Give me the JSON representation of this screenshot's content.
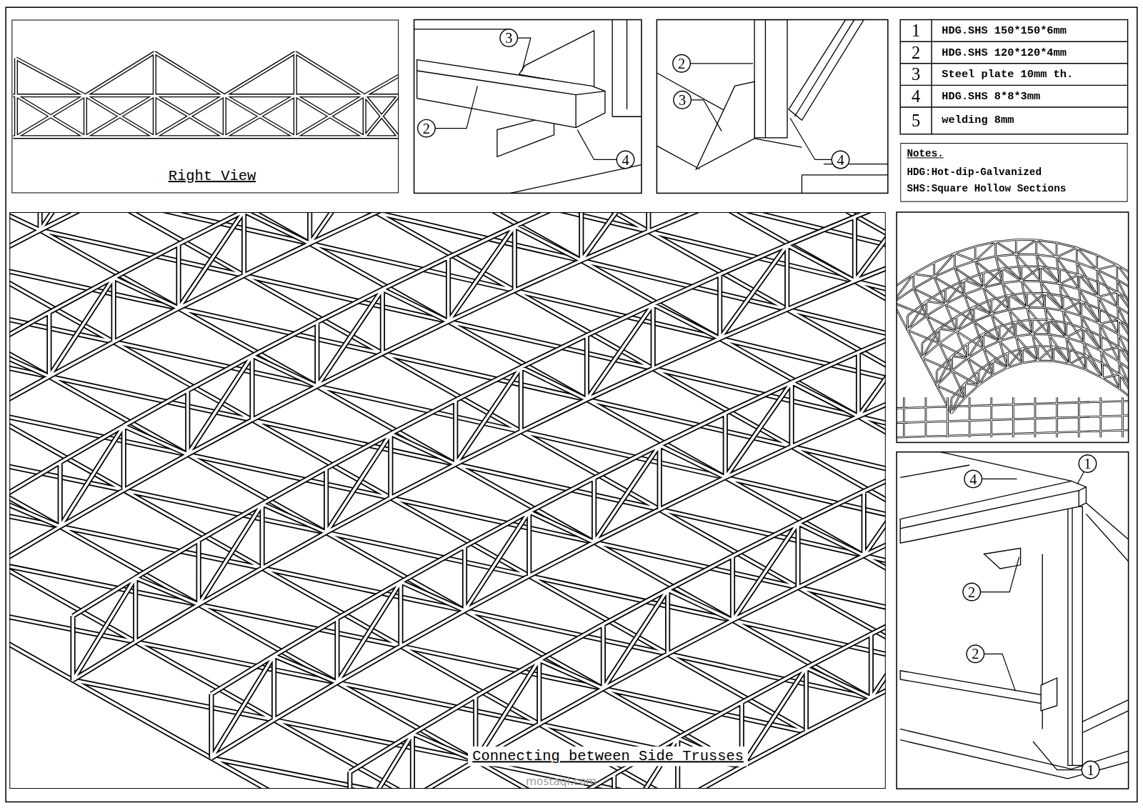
{
  "diagram": {
    "nodes": [
      {
        "text": [
          "Right View"
        ]
      },
      {
        "text": [
          "Connecting between Side Trusses"
        ]
      },
      {
        "text": [
          "Notes.",
          "HDG:Hot-dip-Galvanized",
          "SHS:Square Hollow Sections"
        ]
      }
    ],
    "labels": [
      "1",
      "HDG.SHS 150*150*6mm",
      "2",
      "HDG.SHS 120*120*4mm",
      "3",
      "Steel plate 10mm th.",
      "4",
      "HDG.SHS 8*8*3mm",
      "5",
      "welding 8mm",
      "3",
      "2",
      "4",
      "2",
      "3",
      "4",
      "1",
      "4",
      "2",
      "2",
      "1",
      "mostaql.com"
    ]
  }
}
